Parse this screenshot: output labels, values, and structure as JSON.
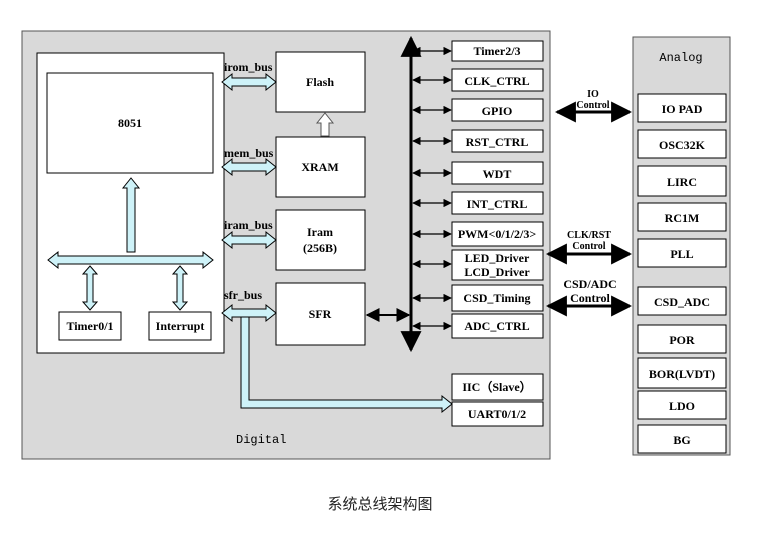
{
  "digital": {
    "label": "Digital",
    "core": "8051",
    "timer": "Timer0/1",
    "interrupt": "Interrupt",
    "flash": "Flash",
    "xram": "XRAM",
    "iram_line1": "Iram",
    "iram_line2": "(256B)",
    "sfr": "SFR",
    "bus_labels": {
      "irom": "irom_bus",
      "mem": "mem_bus",
      "iram": "iram_bus",
      "sfr": "sfr_bus"
    },
    "peripherals": [
      "Timer2/3",
      "CLK_CTRL",
      "GPIO",
      "RST_CTRL",
      "WDT",
      "INT_CTRL",
      "PWM<0/1/2/3>",
      "LED_Driver",
      "LCD_Driver",
      "CSD_Timing",
      "ADC_CTRL"
    ],
    "iic": "IIC（Slave）",
    "uart": "UART0/1/2"
  },
  "links": {
    "io_line1": "IO",
    "io_line2": "Control",
    "clk_line1": "CLK/RST",
    "clk_line2": "Control",
    "csd_line1": "CSD/ADC",
    "csd_line2": "Control"
  },
  "analog": {
    "title": "Analog",
    "blocks": [
      "IO PAD",
      "OSC32K",
      "LIRC",
      "RC1M",
      "PLL",
      "CSD_ADC",
      "POR",
      "BOR(LVDT)",
      "LDO",
      "BG"
    ]
  },
  "caption": "系统总线架构图"
}
